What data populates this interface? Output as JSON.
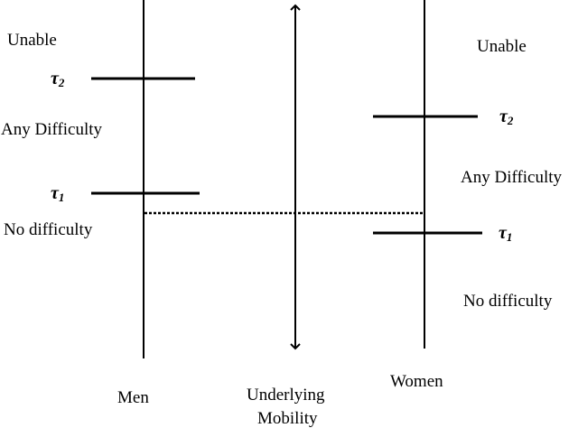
{
  "men": {
    "label": "Men",
    "unable": "Unable",
    "any_difficulty": "Any Difficulty",
    "no_difficulty": "No difficulty",
    "tau2": {
      "symbol": "τ",
      "sub": "2"
    },
    "tau1": {
      "symbol": "τ",
      "sub": "1"
    }
  },
  "middle": {
    "label_line1": "Underlying",
    "label_line2": "Mobility"
  },
  "women": {
    "label": "Women",
    "unable": "Unable",
    "any_difficulty": "Any Difficulty",
    "no_difficulty": "No difficulty",
    "tau2": {
      "symbol": "τ",
      "sub": "2"
    },
    "tau1": {
      "symbol": "τ",
      "sub": "1"
    }
  }
}
